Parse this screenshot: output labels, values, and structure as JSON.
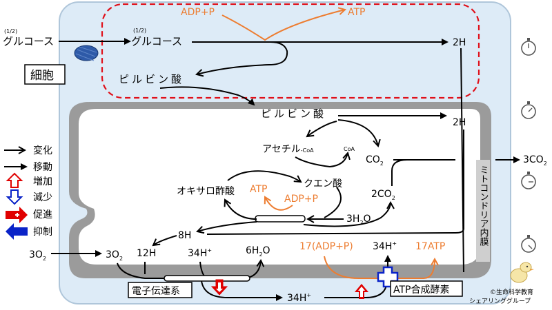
{
  "cell": {
    "name": "細胞",
    "glucose_outside": "グルコース",
    "glucose_outside_coef": "(1/2)",
    "glucose_inside": "グルコース",
    "glucose_inside_coef": "(1/2)",
    "pyruvate": "ピルビン酸",
    "adp_p": "ADP+P",
    "atp": "ATP",
    "h2_a": "2H"
  },
  "mito": {
    "membrane_label": "ミトコンドリア内膜",
    "pyruvate": "ピルビン酸",
    "h2": "2H",
    "acetyl": "アセチル",
    "acetyl_sub": "-CoA",
    "coa": "CoA",
    "co2_a": "CO",
    "co2_a_sub": "2",
    "co2_b": "2CO",
    "co2_b_sub": "2",
    "citrate": "クエン酸",
    "oxaloacetate": "オキサロ酢酸",
    "atp": "ATP",
    "adp_p": "ADP+P",
    "water": "3H",
    "water_sub": "2",
    "water_end": "O",
    "h8": "8H",
    "o3": "3O",
    "o3_sub": "2",
    "h12": "12H",
    "h34": "34H",
    "h34_sup": "+",
    "water6": "6H",
    "water6_sub": "2",
    "water6_end": "O",
    "adp17": "17(ADP+P)",
    "atp17": "17ATP",
    "h34_top": "34H",
    "h34_top_sup": "+",
    "h34_bottom": "34H",
    "h34_bottom_sup": "+",
    "etc": "電子伝達系",
    "atp_synthase": "ATP合成酵素"
  },
  "outside": {
    "o3": "3O",
    "o3_sub": "2",
    "co2": "3CO",
    "co2_sub": "2"
  },
  "legend": {
    "items": [
      "変化",
      "移動",
      "増加",
      "減少",
      "促進",
      "抑制"
    ]
  },
  "credit": {
    "line1": "©生命科学教育",
    "line2": "シェアリンググループ"
  },
  "colors": {
    "cell_fill": "#DDEBF7",
    "cell_stroke": "#AFC6DA",
    "mito_membrane": "#9B9B9B",
    "dashed_red": "#E0101A",
    "orange": "#ED7D31",
    "red": "#E00000",
    "blue": "#0A23C8"
  },
  "icons": [
    "stopwatch-icon",
    "stopwatch-icon",
    "stopwatch-icon",
    "stopwatch-icon",
    "mascot-icon"
  ]
}
